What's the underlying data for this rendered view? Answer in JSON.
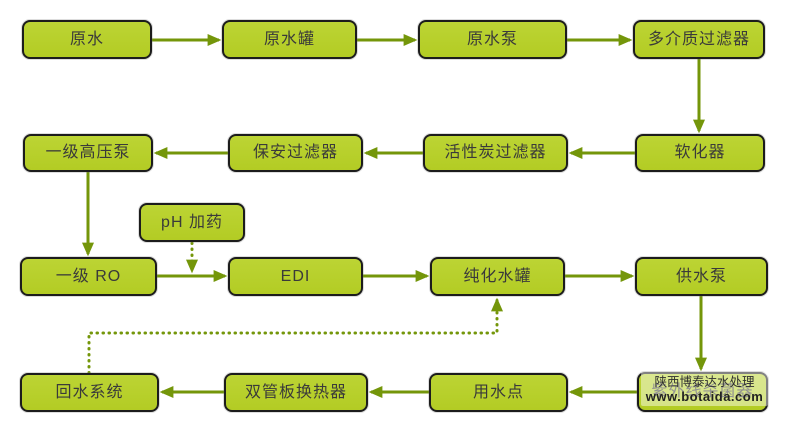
{
  "diagram": {
    "type": "flowchart",
    "nodes": [
      {
        "id": "raw-water",
        "label": "原水"
      },
      {
        "id": "raw-water-tank",
        "label": "原水罐"
      },
      {
        "id": "raw-water-pump",
        "label": "原水泵"
      },
      {
        "id": "multimedia-filter",
        "label": "多介质过滤器"
      },
      {
        "id": "softener",
        "label": "软化器"
      },
      {
        "id": "activated-carbon-filter",
        "label": "活性炭过滤器"
      },
      {
        "id": "security-filter",
        "label": "保安过滤器"
      },
      {
        "id": "first-stage-hp-pump",
        "label": "一级高压泵"
      },
      {
        "id": "ph-dosing",
        "label": "pH 加药"
      },
      {
        "id": "first-stage-ro",
        "label": "一级 RO"
      },
      {
        "id": "edi",
        "label": "EDI"
      },
      {
        "id": "purified-water-tank",
        "label": "纯化水罐"
      },
      {
        "id": "supply-pump",
        "label": "供水泵"
      },
      {
        "id": "uv-sterilizer",
        "label": "紫外线杀菌器"
      },
      {
        "id": "water-use-point",
        "label": "用水点"
      },
      {
        "id": "double-tubesheet-heat-exchanger",
        "label": "双管板换热器"
      },
      {
        "id": "return-water-system",
        "label": "回水系统"
      }
    ],
    "edges": [
      {
        "from": "raw-water",
        "to": "raw-water-tank",
        "style": "solid"
      },
      {
        "from": "raw-water-tank",
        "to": "raw-water-pump",
        "style": "solid"
      },
      {
        "from": "raw-water-pump",
        "to": "multimedia-filter",
        "style": "solid"
      },
      {
        "from": "multimedia-filter",
        "to": "softener",
        "style": "solid"
      },
      {
        "from": "softener",
        "to": "activated-carbon-filter",
        "style": "solid"
      },
      {
        "from": "activated-carbon-filter",
        "to": "security-filter",
        "style": "solid"
      },
      {
        "from": "security-filter",
        "to": "first-stage-hp-pump",
        "style": "solid"
      },
      {
        "from": "first-stage-hp-pump",
        "to": "first-stage-ro",
        "style": "solid"
      },
      {
        "from": "ph-dosing",
        "to": "first-stage-ro—edi-line",
        "style": "dotted"
      },
      {
        "from": "first-stage-ro",
        "to": "edi",
        "style": "solid"
      },
      {
        "from": "edi",
        "to": "purified-water-tank",
        "style": "solid"
      },
      {
        "from": "purified-water-tank",
        "to": "supply-pump",
        "style": "solid"
      },
      {
        "from": "supply-pump",
        "to": "uv-sterilizer",
        "style": "solid"
      },
      {
        "from": "uv-sterilizer",
        "to": "water-use-point",
        "style": "solid"
      },
      {
        "from": "water-use-point",
        "to": "double-tubesheet-heat-exchanger",
        "style": "solid"
      },
      {
        "from": "double-tubesheet-heat-exchanger",
        "to": "return-water-system",
        "style": "solid"
      },
      {
        "from": "return-water-system",
        "to": "purified-water-tank",
        "style": "dotted"
      }
    ],
    "watermark": {
      "line1": "陕西博泰达水处理",
      "line2": "www.botaida.com"
    },
    "colors": {
      "node_fill": "#b6ce29",
      "node_border": "#1c1c1c",
      "arrow": "#74960a",
      "text": "#3a3a3a",
      "background": "#ffffff"
    }
  }
}
